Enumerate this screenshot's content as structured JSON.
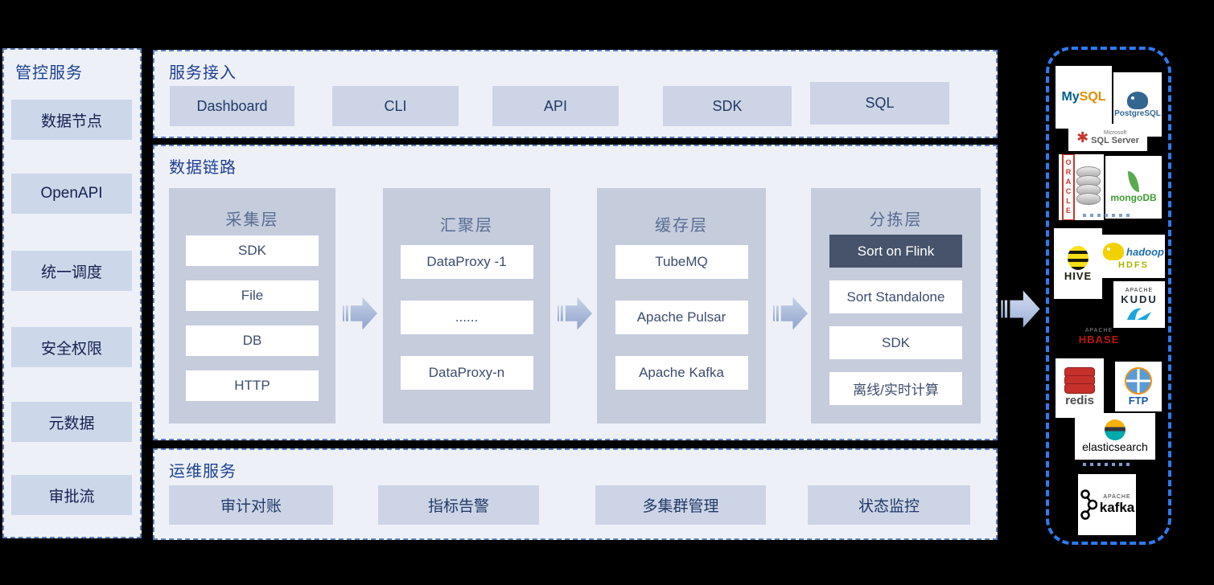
{
  "colors": {
    "background": "#000000",
    "panel_bg": "#edf1f7",
    "panel_border": "#5d7fbe",
    "button_bg": "#ccd4e6",
    "column_bg": "#c5ccdc",
    "node_bg": "#ffffff",
    "node_text": "#3d4c6e",
    "highlight_node_bg": "#47536a",
    "title_text": "#1e4094",
    "column_title_text": "#5a6c92",
    "sinks_border": "#2e7bf0"
  },
  "sidebar": {
    "title": "管控服务",
    "items": [
      {
        "label": "数据节点"
      },
      {
        "label": "OpenAPI"
      },
      {
        "label": "统一调度"
      },
      {
        "label": "安全权限"
      },
      {
        "label": "元数据"
      },
      {
        "label": "审批流"
      }
    ]
  },
  "access": {
    "title": "服务接入",
    "items": [
      "Dashboard",
      "CLI",
      "API",
      "SDK",
      "SQL"
    ]
  },
  "datalink": {
    "title": "数据链路",
    "columns": [
      {
        "title": "采集层",
        "items": [
          {
            "label": "SDK"
          },
          {
            "label": "File"
          },
          {
            "label": "DB"
          },
          {
            "label": "HTTP"
          }
        ]
      },
      {
        "title": "汇聚层",
        "items": [
          {
            "label": "DataProxy -1"
          },
          {
            "label": "......"
          },
          {
            "label": "DataProxy-n"
          }
        ]
      },
      {
        "title": "缓存层",
        "items": [
          {
            "label": "TubeMQ"
          },
          {
            "label": "Apache Pulsar"
          },
          {
            "label": "Apache Kafka"
          }
        ]
      },
      {
        "title": "分拣层",
        "items": [
          {
            "label": "Sort on Flink",
            "highlight": true
          },
          {
            "label": "Sort Standalone"
          },
          {
            "label": "SDK"
          },
          {
            "label": "离线/实时计算"
          }
        ]
      }
    ]
  },
  "ops": {
    "title": "运维服务",
    "items": [
      "审计对账",
      "指标告警",
      "多集群管理",
      "状态监控"
    ]
  },
  "sinks": {
    "mysql": {
      "part1": "My",
      "part2": "SQL"
    },
    "postgresql": {
      "name": "PostgreSQL"
    },
    "sqlserver": {
      "brand": "Microsoft",
      "name": "SQL Server"
    },
    "oracle": {
      "name": "ORACLE"
    },
    "mongodb": {
      "name": "mongoDB"
    },
    "hive": {
      "name": "HIVE"
    },
    "hadoop": {
      "name": "hadoop",
      "sub": "HDFS"
    },
    "kudu": {
      "brand": "APACHE",
      "name": "KUDU"
    },
    "hbase": {
      "brand": "APACHE",
      "name": "HBASE"
    },
    "redis": {
      "name": "redis"
    },
    "ftp": {
      "name": "FTP"
    },
    "elasticsearch": {
      "name": "elasticsearch"
    },
    "kafka": {
      "brand": "APACHE",
      "name": "kafka"
    }
  }
}
